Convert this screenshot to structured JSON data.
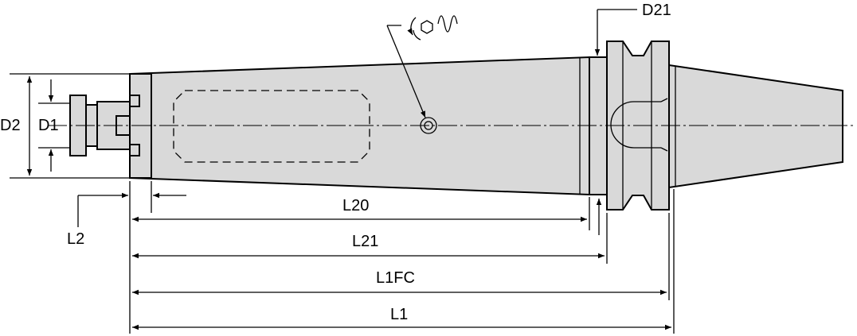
{
  "labels": {
    "d2": "D2",
    "d1": "D1",
    "d21": "D21",
    "l20": "L20",
    "l21": "L21",
    "l1fc": "L1FC",
    "l1": "L1",
    "l2": "L2"
  },
  "icons": {
    "coolant": "coolant-rotation-icon"
  },
  "colors": {
    "body_fill": "#d9d9d9",
    "line": "#000000"
  }
}
